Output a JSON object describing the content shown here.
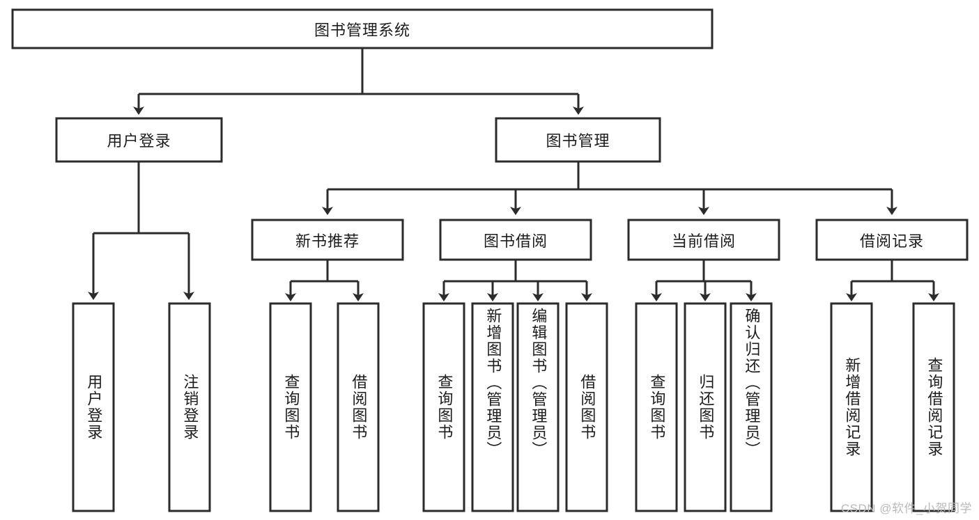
{
  "diagram": {
    "type": "tree-hierarchy",
    "title": "图书管理系统",
    "watermark": "CSDN @软件_小贺同学",
    "colors": {
      "stroke": "#2b2b2b",
      "box_fill": "#ffffff",
      "text": "#1c1c1c",
      "watermark": "#b9b9b9",
      "background": "#ffffff"
    },
    "levels": {
      "root": {
        "label": "图书管理系统"
      },
      "level2": [
        {
          "label": "用户登录"
        },
        {
          "label": "图书管理"
        }
      ],
      "level3": [
        {
          "label": "新书推荐"
        },
        {
          "label": "图书借阅"
        },
        {
          "label": "当前借阅"
        },
        {
          "label": "借阅记录"
        }
      ],
      "level4": {
        "user_login": [
          {
            "label": "用户登录"
          },
          {
            "label": "注销登录"
          }
        ],
        "new_book_recommend": [
          {
            "label": "查询图书"
          },
          {
            "label": "借阅图书"
          }
        ],
        "book_borrow": [
          {
            "label": "查询图书"
          },
          {
            "label": "新增图书（管理员）"
          },
          {
            "label": "编辑图书（管理员）"
          },
          {
            "label": "借阅图书"
          }
        ],
        "current_borrow": [
          {
            "label": "查询图书"
          },
          {
            "label": "归还图书"
          },
          {
            "label": "确认归还（管理员）"
          }
        ],
        "borrow_record": [
          {
            "label": "新增借阅记录"
          },
          {
            "label": "查询借阅记录"
          }
        ]
      }
    }
  }
}
